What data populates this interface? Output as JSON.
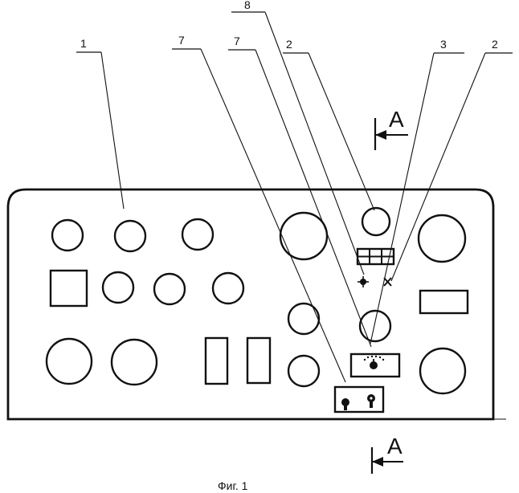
{
  "labels": {
    "l1": "1",
    "l7a": "7",
    "l7b": "7",
    "l8": "8",
    "l2a": "2",
    "l3": "3",
    "l2b": "2"
  },
  "section_mark": {
    "top": "A",
    "bottom": "A"
  },
  "caption": "Фиг. 1"
}
